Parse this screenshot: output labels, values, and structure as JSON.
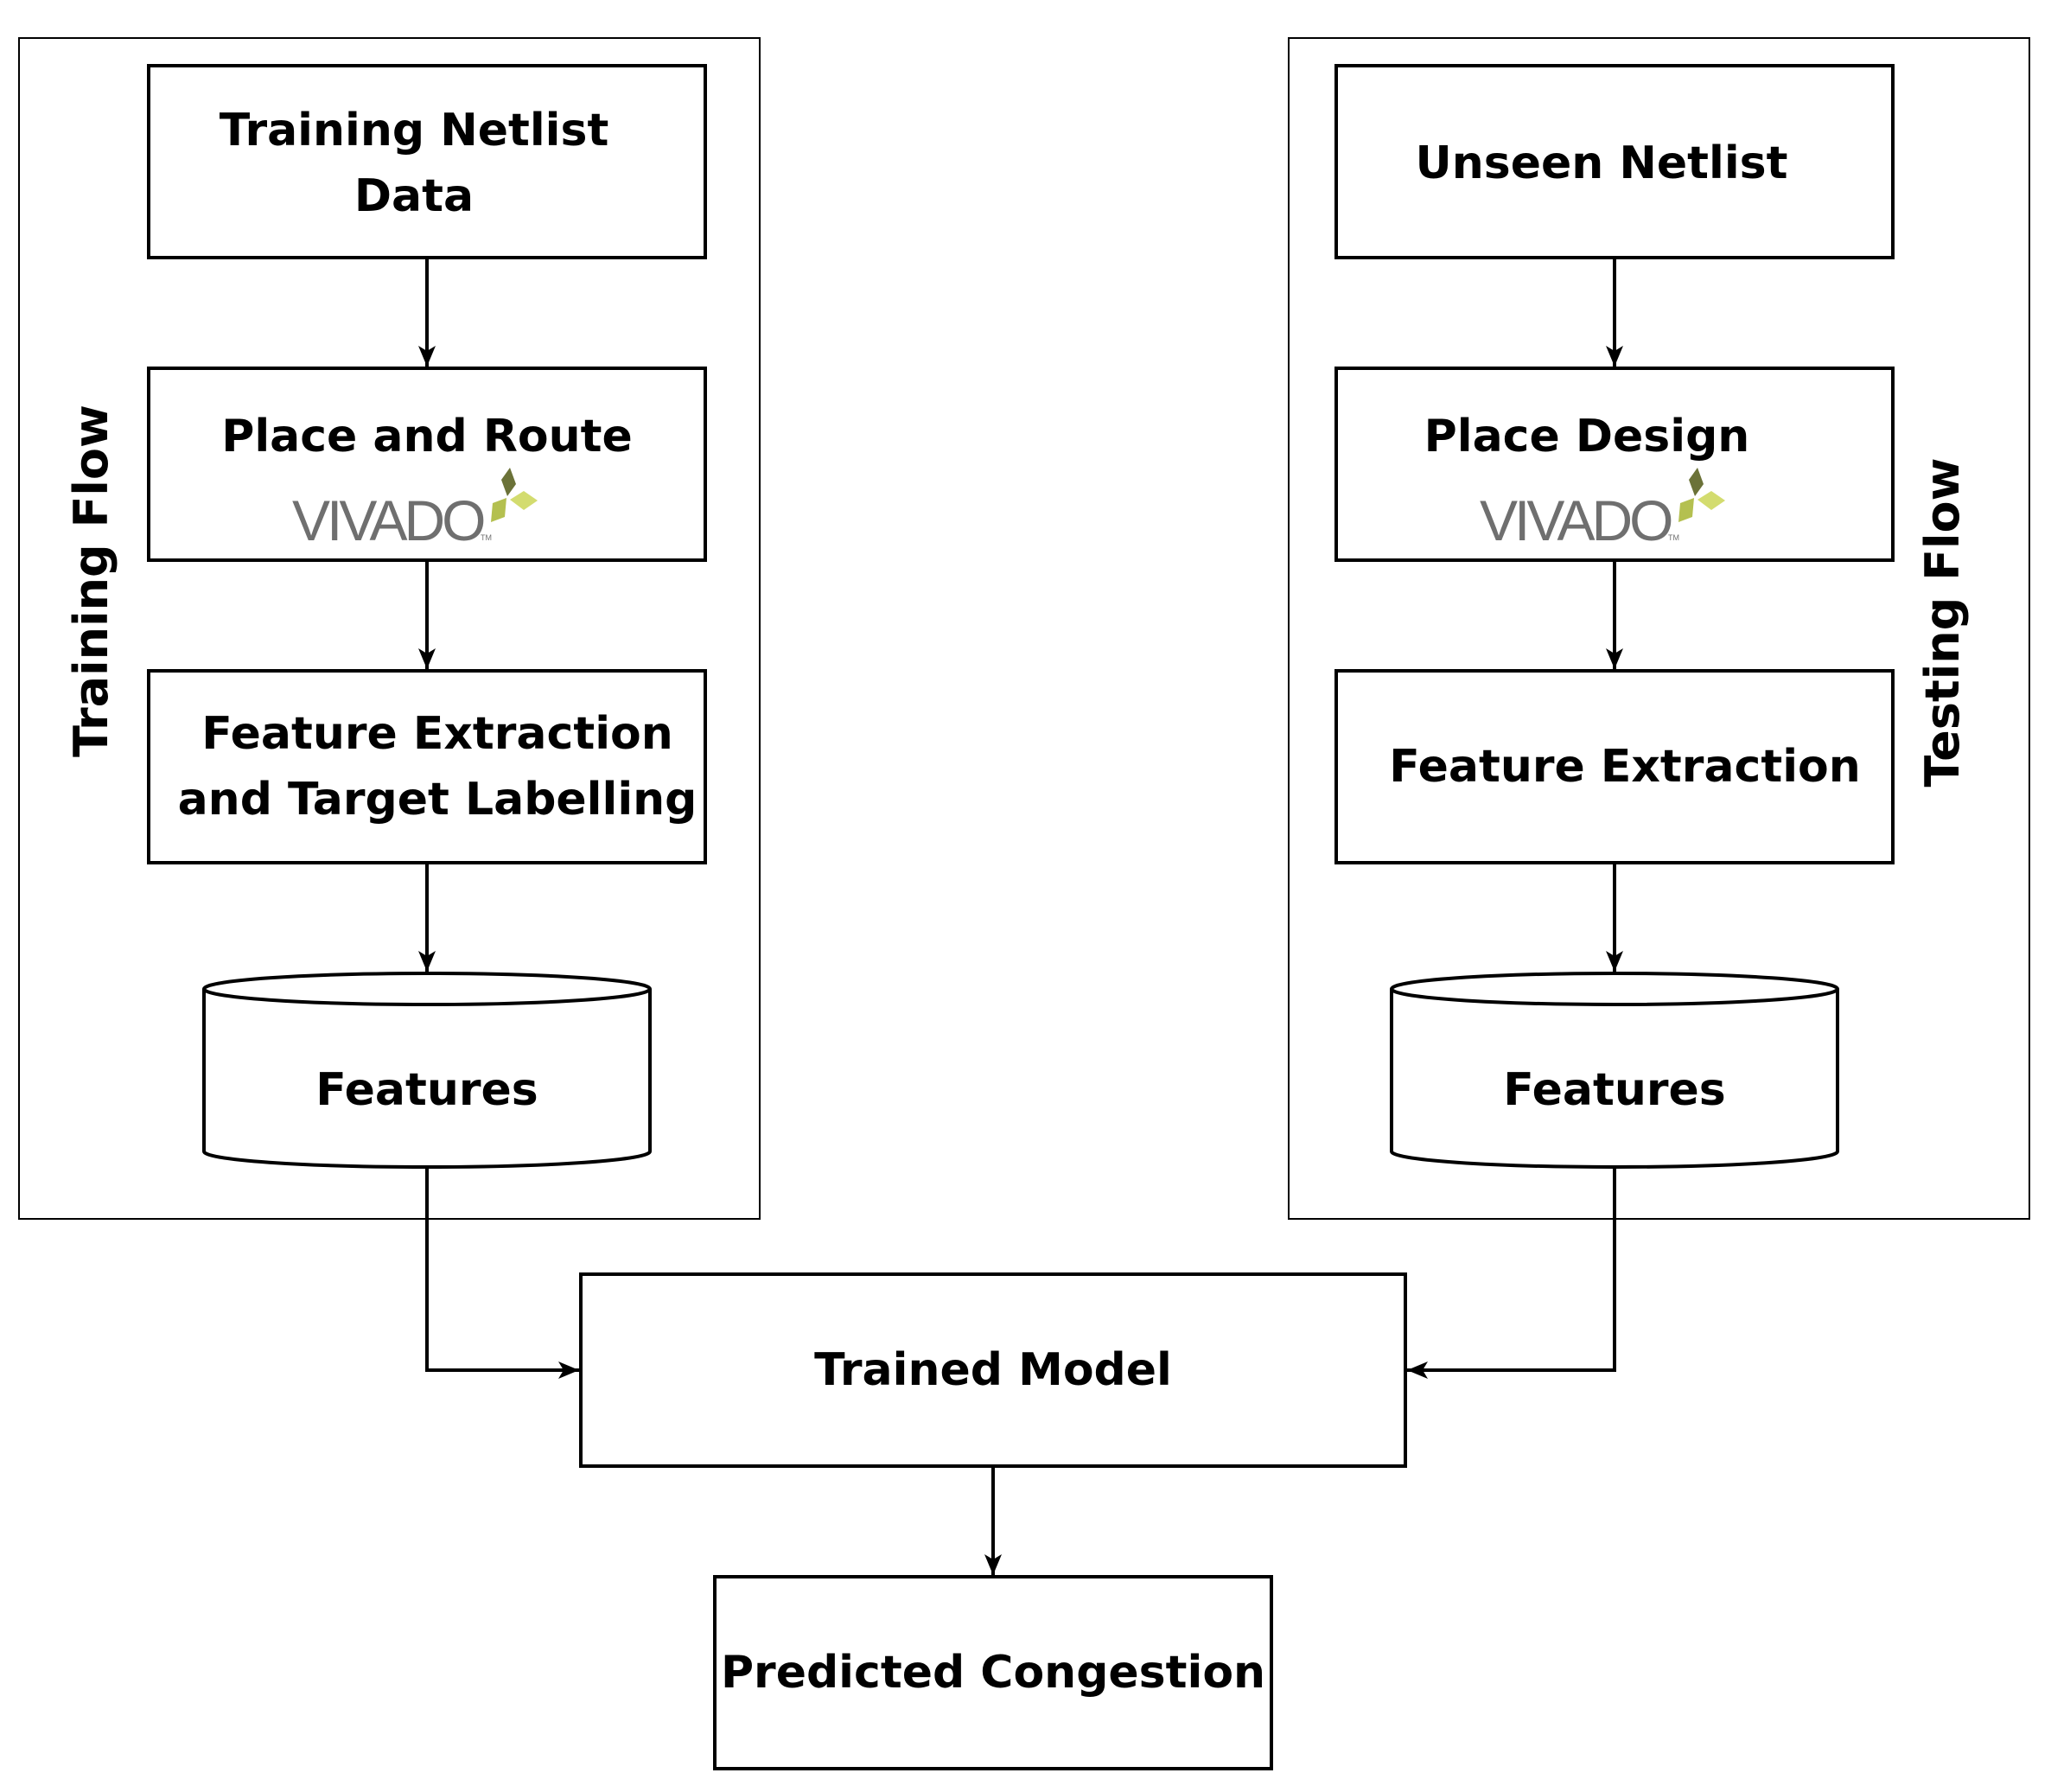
{
  "training_flow": {
    "title": "Training Flow",
    "netlist": [
      "Training Netlist",
      "Data"
    ],
    "place_route": "Place and Route",
    "tool_logo": "VIVADO",
    "feature_extraction": [
      "Feature Extraction",
      "and Target Labelling"
    ],
    "features": "Features"
  },
  "testing_flow": {
    "title": "Testing Flow",
    "netlist": "Unseen Netlist",
    "place_design": "Place Design",
    "tool_logo": "VIVADO",
    "feature_extraction": "Feature Extraction",
    "features": "Features"
  },
  "trained_model": "Trained Model",
  "output": "Predicted Congestion",
  "colors": {
    "stroke": "#000000",
    "logo_text": "#6f6f6f",
    "logo_light": "#d3dc6f",
    "logo_mid": "#b4c050",
    "logo_dark": "#6b7238"
  }
}
